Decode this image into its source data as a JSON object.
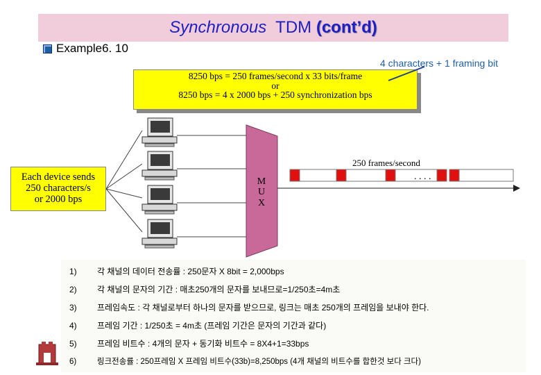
{
  "title": {
    "part1": "Synchronous",
    "part2": "TDM",
    "part3": "(cont’d)"
  },
  "example_label": "Example6. 10",
  "framing_note": "4 characters + 1 framing bit",
  "formula": {
    "line1": "8250 bps = 250 frames/second  x 33 bits/frame",
    "line2": "or",
    "line3": "8250 bps = 4  x  2000 bps + 250 synchronization bps"
  },
  "device_box": {
    "line1": "Each device sends",
    "line2": "250 characters/s",
    "line3": "or 2000 bps"
  },
  "mux": {
    "letters": [
      "M",
      "U",
      "X"
    ]
  },
  "link": {
    "label": "250 frames/second",
    "dots": ". . . ."
  },
  "notes": [
    {
      "num": "1)",
      "text": "각 채널의 데이터 전송률 : 250문자 X 8bit = 2,000bps"
    },
    {
      "num": "2)",
      "text": "각 채널의 문자의 기간 : 매초250개의 문자를 보내므로=1/250초=4m초"
    },
    {
      "num": "3)",
      "text": "프레임속도 : 각 채널로부터 하나의 문자를 받으므로, 링크는 매초 250개의 프레임을 보내야 한다."
    },
    {
      "num": "4)",
      "text": "프레임 기간 : 1/250초 = 4m초  (프레임 기간은 문자의 기간과 같다)"
    },
    {
      "num": "5)",
      "text": "프레임 비트수 : 4개의 문자 + 동기화 비트수 = 8X4+1=33bps"
    },
    {
      "num": "6)",
      "text": "링크전송률 : 250프레임 X 프레임 비트수(33b)=8,250bps (4개 채널의 비트수를 합한것 보다 크다)"
    }
  ],
  "colors": {
    "title": "#1f1fbf",
    "title_bg": "#f1ccdb",
    "highlight": "#ffff00",
    "mux": "#c8699a",
    "frame": "#e01010",
    "accent": "#1f5fa8"
  },
  "icons": [
    "computer-icon",
    "logo-icon",
    "bullet-icon"
  ]
}
